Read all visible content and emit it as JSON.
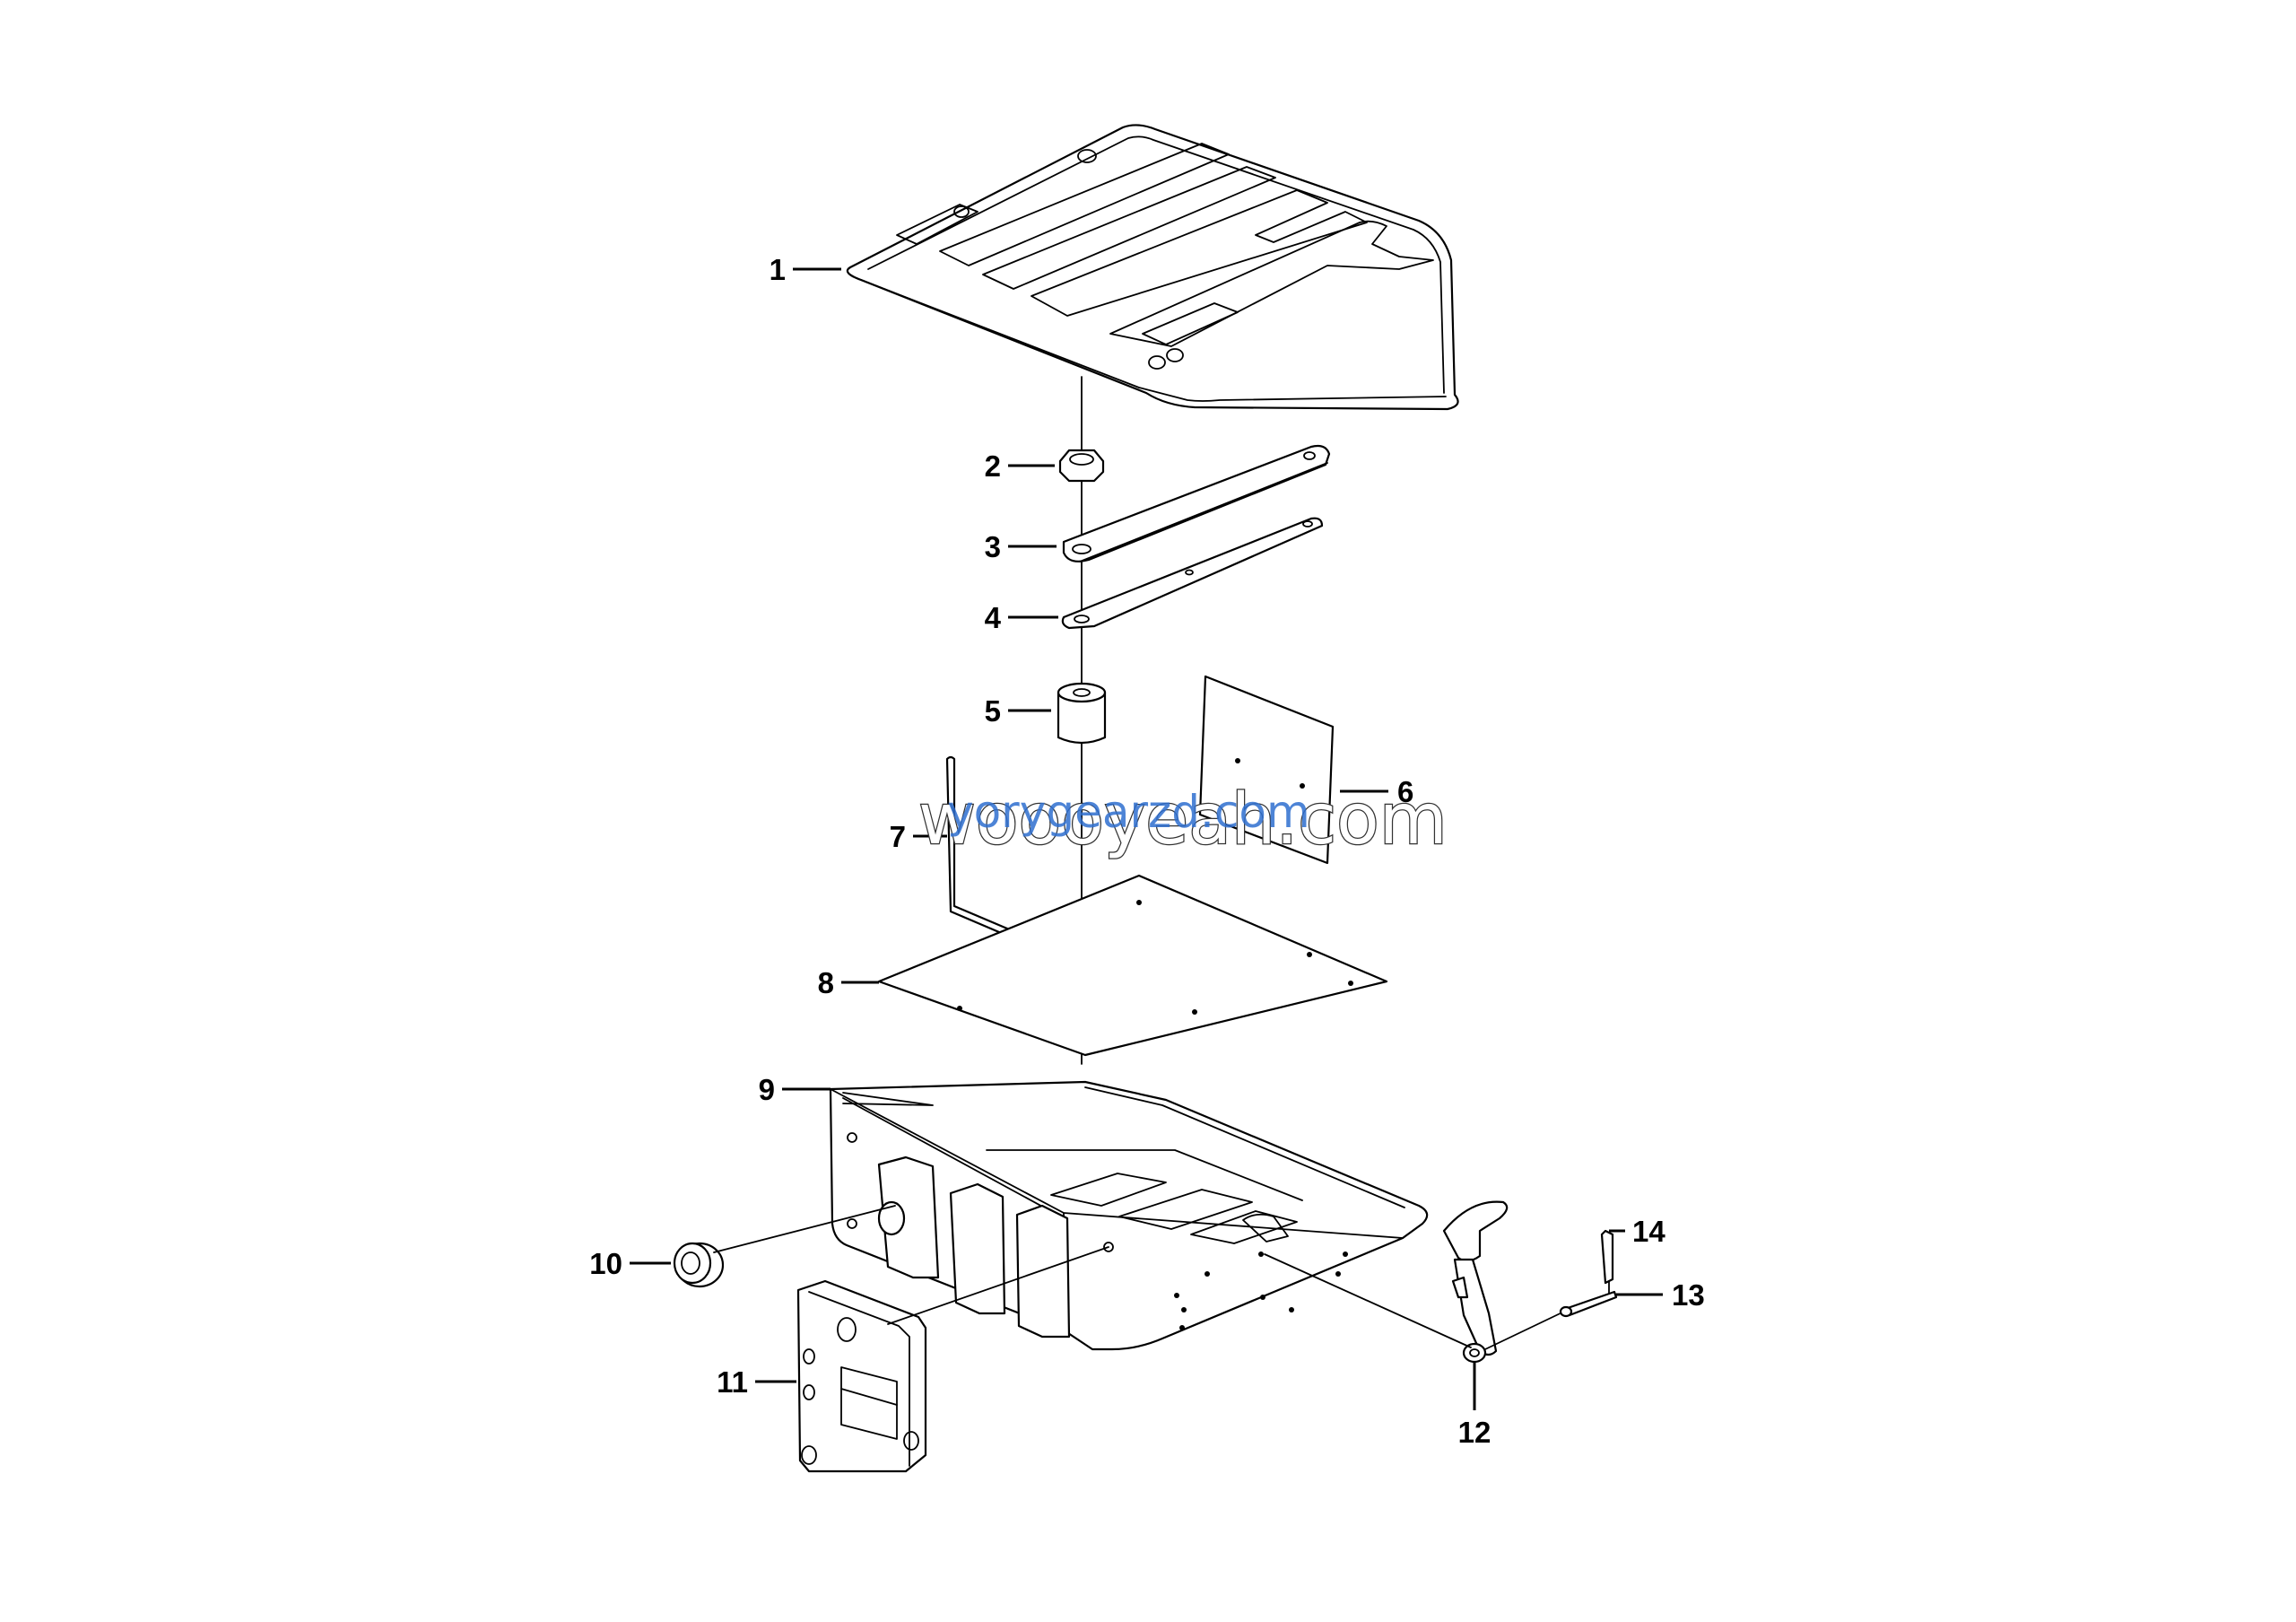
{
  "callouts": [
    {
      "id": "1",
      "label": "1"
    },
    {
      "id": "2",
      "label": "2"
    },
    {
      "id": "3",
      "label": "3"
    },
    {
      "id": "4",
      "label": "4"
    },
    {
      "id": "5",
      "label": "5"
    },
    {
      "id": "6",
      "label": "6"
    },
    {
      "id": "7",
      "label": "7"
    },
    {
      "id": "8",
      "label": "8"
    },
    {
      "id": "9",
      "label": "9"
    },
    {
      "id": "10",
      "label": "10"
    },
    {
      "id": "11",
      "label": "11"
    },
    {
      "id": "12",
      "label": "12"
    },
    {
      "id": "13",
      "label": "13"
    },
    {
      "id": "14",
      "label": "14"
    }
  ],
  "watermark": {
    "primary": "woooyeah.com",
    "secondary": "yorygearzd.com"
  }
}
